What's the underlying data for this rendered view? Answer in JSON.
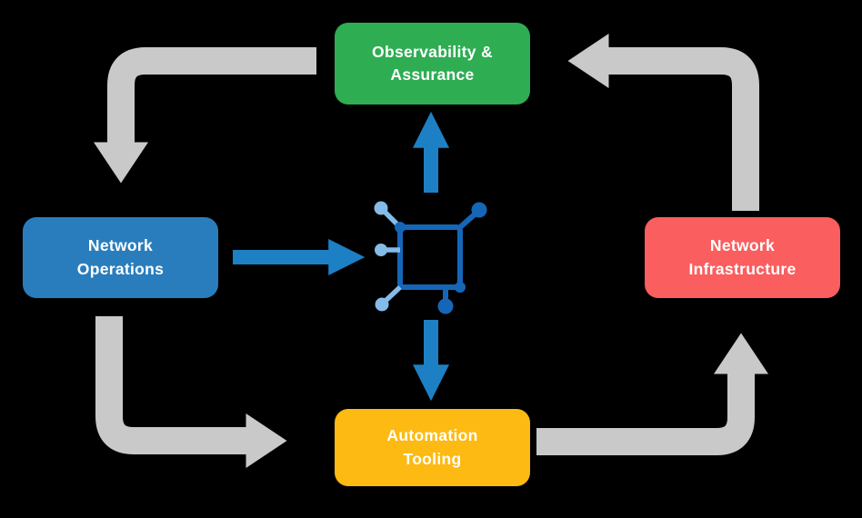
{
  "background": "#000000",
  "nodes": {
    "observability": {
      "label": "Observability &\nAssurance",
      "color": "#2ead52"
    },
    "operations": {
      "label": "Network\nOperations",
      "color": "#2a7dbc"
    },
    "infrastructure": {
      "label": "Network\nInfrastructure",
      "color": "#fa5e5e"
    },
    "automation": {
      "label": "Automation\nTooling",
      "color": "#fcba12"
    }
  },
  "center_icon": "network-fabric-icon",
  "arrows": {
    "cycle": [
      "observability-to-operations",
      "operations-to-automation",
      "automation-to-infrastructure",
      "infrastructure-to-observability"
    ],
    "flow": [
      "operations-to-center",
      "center-to-observability",
      "center-to-automation"
    ]
  },
  "colors": {
    "cycle_arrow": "#c9c9c9",
    "flow_arrow": "#1d80c4",
    "icon_dark": "#1666b8",
    "icon_light": "#84bbe8",
    "text": "#ffffff"
  }
}
